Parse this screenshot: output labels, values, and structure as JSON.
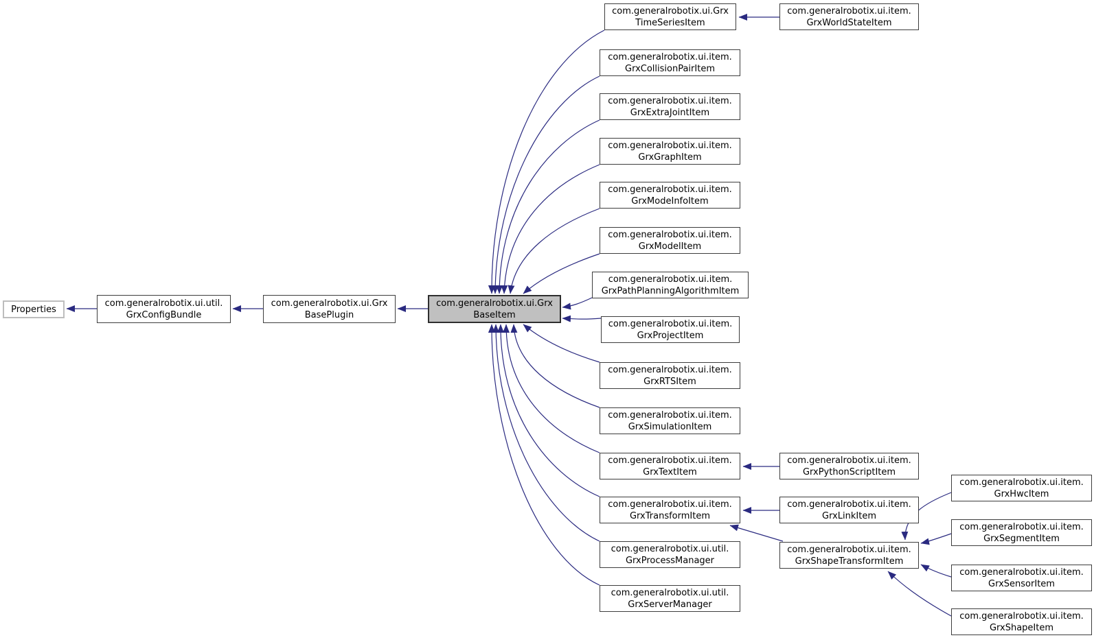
{
  "diagram": {
    "type": "class-inheritance-graph",
    "colors": {
      "edge": "#2a2a80",
      "highlight_fill": "#c0c0c0",
      "box_border": "#3c3c3c",
      "external_box_border": "#bdbdbd",
      "background": "#ffffff",
      "text": "#000000"
    },
    "nodes": {
      "properties": {
        "label": "Properties"
      },
      "config_bundle": {
        "line1": "com.generalrobotix.ui.util.",
        "line2": "GrxConfigBundle"
      },
      "base_plugin": {
        "line1": "com.generalrobotix.ui.Grx",
        "line2": "BasePlugin"
      },
      "base_item": {
        "line1": "com.generalrobotix.ui.Grx",
        "line2": "BaseItem"
      },
      "time_series_item": {
        "line1": "com.generalrobotix.ui.Grx",
        "line2": "TimeSeriesItem"
      },
      "world_state_item": {
        "line1": "com.generalrobotix.ui.item.",
        "line2": "GrxWorldStateItem"
      },
      "collision_pair_item": {
        "line1": "com.generalrobotix.ui.item.",
        "line2": "GrxCollisionPairItem"
      },
      "extra_joint_item": {
        "line1": "com.generalrobotix.ui.item.",
        "line2": "GrxExtraJointItem"
      },
      "graph_item": {
        "line1": "com.generalrobotix.ui.item.",
        "line2": "GrxGraphItem"
      },
      "mode_info_item": {
        "line1": "com.generalrobotix.ui.item.",
        "line2": "GrxModeInfoItem"
      },
      "model_item": {
        "line1": "com.generalrobotix.ui.item.",
        "line2": "GrxModelItem"
      },
      "path_planning_algorithm_item": {
        "line1": "com.generalrobotix.ui.item.",
        "line2": "GrxPathPlanningAlgorithmItem"
      },
      "project_item": {
        "line1": "com.generalrobotix.ui.item.",
        "line2": "GrxProjectItem"
      },
      "rts_item": {
        "line1": "com.generalrobotix.ui.item.",
        "line2": "GrxRTSItem"
      },
      "simulation_item": {
        "line1": "com.generalrobotix.ui.item.",
        "line2": "GrxSimulationItem"
      },
      "text_item": {
        "line1": "com.generalrobotix.ui.item.",
        "line2": "GrxTextItem"
      },
      "python_script_item": {
        "line1": "com.generalrobotix.ui.item.",
        "line2": "GrxPythonScriptItem"
      },
      "transform_item": {
        "line1": "com.generalrobotix.ui.item.",
        "line2": "GrxTransformItem"
      },
      "link_item": {
        "line1": "com.generalrobotix.ui.item.",
        "line2": "GrxLinkItem"
      },
      "shape_transform_item": {
        "line1": "com.generalrobotix.ui.item.",
        "line2": "GrxShapeTransformItem"
      },
      "process_manager": {
        "line1": "com.generalrobotix.ui.util.",
        "line2": "GrxProcessManager"
      },
      "server_manager": {
        "line1": "com.generalrobotix.ui.util.",
        "line2": "GrxServerManager"
      },
      "hwc_item": {
        "line1": "com.generalrobotix.ui.item.",
        "line2": "GrxHwcItem"
      },
      "segment_item": {
        "line1": "com.generalrobotix.ui.item.",
        "line2": "GrxSegmentItem"
      },
      "sensor_item": {
        "line1": "com.generalrobotix.ui.item.",
        "line2": "GrxSensorItem"
      },
      "shape_item": {
        "line1": "com.generalrobotix.ui.item.",
        "line2": "GrxShapeItem"
      }
    }
  }
}
